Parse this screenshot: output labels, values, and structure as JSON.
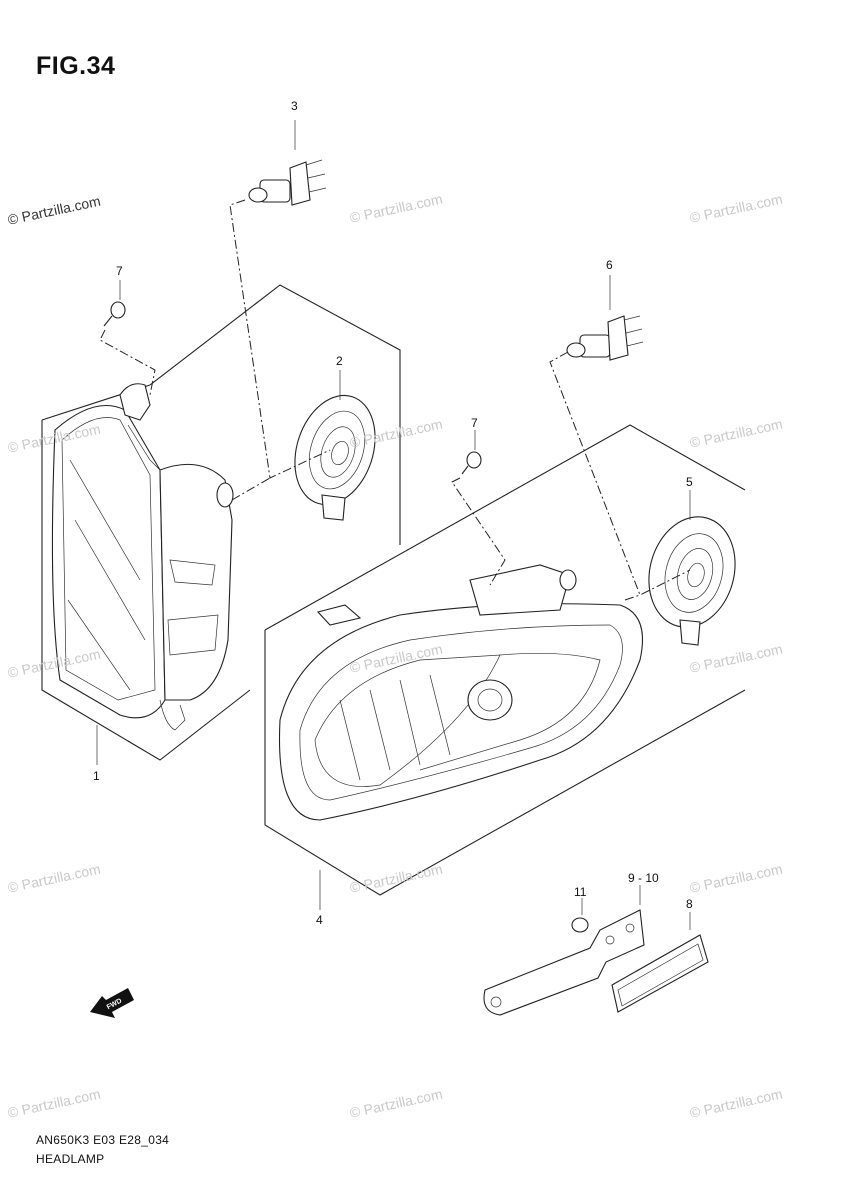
{
  "figure": {
    "title": "FIG.34",
    "code": "AN650K3 E03 E28_034",
    "name": "HEADLAMP"
  },
  "callouts": {
    "c1": "1",
    "c2": "2",
    "c3": "3",
    "c4": "4",
    "c5": "5",
    "c6": "6",
    "c7a": "7",
    "c7b": "7",
    "c8": "8",
    "c910": "9 - 10",
    "c11": "11"
  },
  "fwd_label": "FWD",
  "watermark": "© Partzilla.com",
  "colors": {
    "line": "#222222",
    "watermark": "#c9c9c9"
  }
}
